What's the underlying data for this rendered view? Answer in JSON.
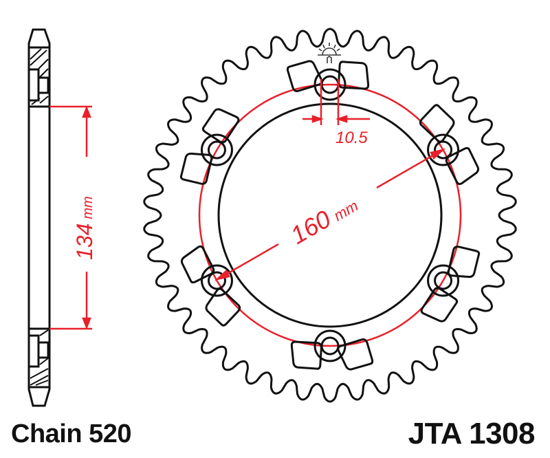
{
  "diagram": {
    "type": "sprocket-technical-drawing",
    "part_number": "JTA 1308",
    "chain_label": "Chain 520",
    "teeth_count_estimate": 42,
    "bolt_holes": 6,
    "lightening_holes": 12,
    "colors": {
      "outline": "#111111",
      "dimension": "#e8202a",
      "background": "#ffffff"
    },
    "dimensions": {
      "center_bore": {
        "value": "134",
        "unit": "mm"
      },
      "bolt_circle": {
        "value": "160",
        "unit": "mm"
      },
      "bolt_hole": {
        "value": "10.5"
      }
    }
  }
}
